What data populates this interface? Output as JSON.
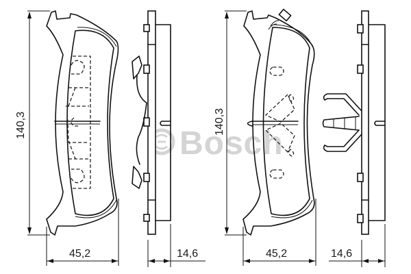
{
  "drawing": {
    "subject": "brake pad set technical drawing",
    "watermark": "Bosch",
    "watermark_color": "#d4d4d4",
    "line_color": "#111111",
    "background": "#ffffff"
  },
  "left_pad": {
    "height_dim": "140,3",
    "width_dim": "45,2",
    "thickness_dim": "14,6"
  },
  "right_pad": {
    "height_dim": "140,3",
    "width_dim": "45,2",
    "thickness_dim": "14,6"
  }
}
